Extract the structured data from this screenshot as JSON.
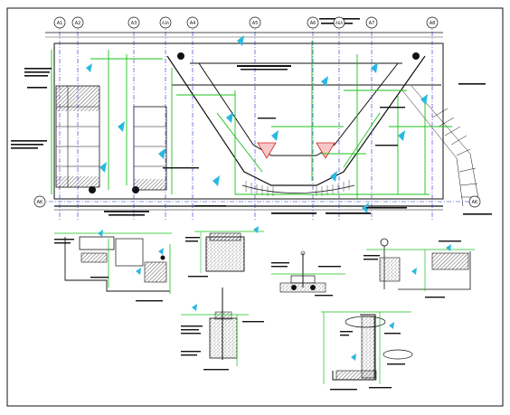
{
  "drawing": {
    "grid_labels": [
      "A1",
      "A2",
      "A3",
      "A3A",
      "A4",
      "A5",
      "A6",
      "A6A",
      "A7",
      "A8"
    ],
    "row_label": "AK",
    "colors": {
      "line": "#111111",
      "green": "#19c219",
      "cyan": "#2ab8e0",
      "blue": "#1f2fd0",
      "red": "#d62020",
      "magenta": "#c020c0"
    }
  }
}
